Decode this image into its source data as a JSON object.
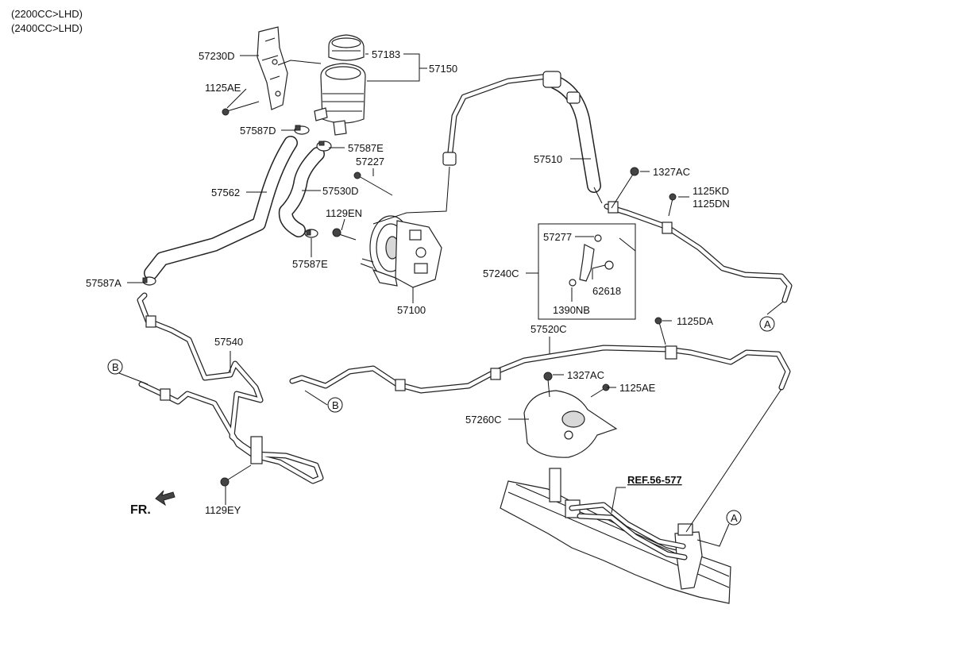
{
  "header": {
    "line1": "(2200CC>LHD)",
    "line2": "(2400CC>LHD)"
  },
  "labels": {
    "p57230D": "57230D",
    "p57183": "57183",
    "p57150": "57150",
    "p1125AE_top": "1125AE",
    "p57587D": "57587D",
    "p57587E_top": "57587E",
    "p57227": "57227",
    "p57562": "57562",
    "p57530D": "57530D",
    "p1129EN": "1129EN",
    "p57587E_bottom": "57587E",
    "p57100": "57100",
    "p57587A": "57587A",
    "p57510": "57510",
    "p1327AC_top": "1327AC",
    "p1125KD": "1125KD",
    "p1125DN": "1125DN",
    "p57277": "57277",
    "p57240C": "57240C",
    "p62618": "62618",
    "p1390NB": "1390NB",
    "p1125DA": "1125DA",
    "p57520C": "57520C",
    "p57540": "57540",
    "p1327AC_bottom": "1327AC",
    "p1125AE_bottom": "1125AE",
    "p57260C": "57260C",
    "p1129EY": "1129EY",
    "ref": "REF.56-577",
    "front": "FR."
  },
  "callouts": {
    "A_top": "A",
    "A_bottom": "A",
    "B_left": "B",
    "B_mid": "B"
  }
}
